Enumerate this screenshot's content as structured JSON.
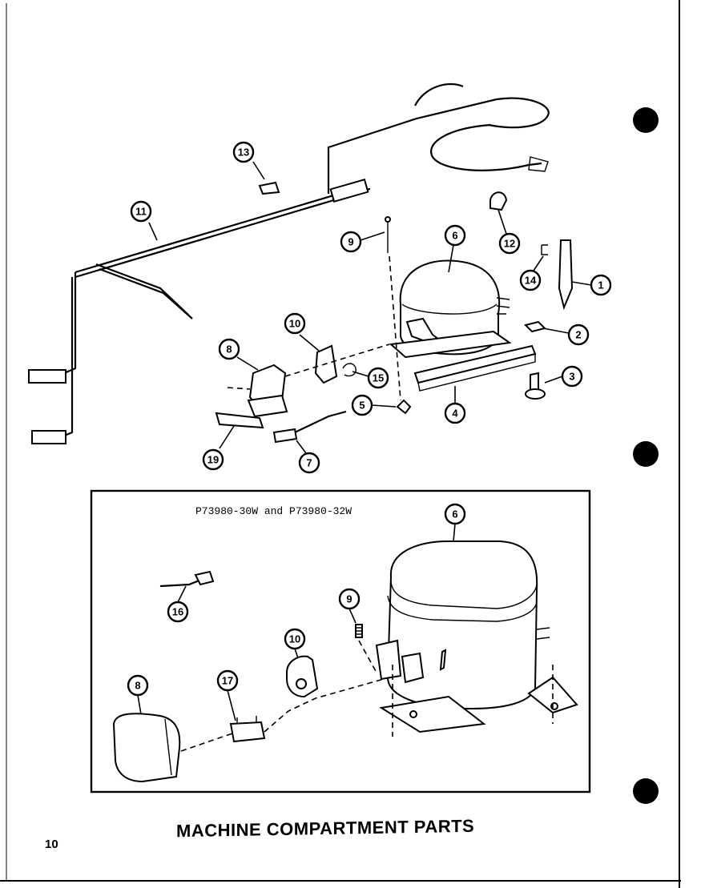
{
  "page": {
    "title": "MACHINE COMPARTMENT PARTS",
    "number": "10"
  },
  "inset": {
    "label": "P73980-30W and P73980-32W"
  },
  "callouts_main": [
    "13",
    "11",
    "9",
    "6",
    "12",
    "14",
    "1",
    "2",
    "10",
    "8",
    "15",
    "5",
    "3",
    "4",
    "19",
    "7"
  ],
  "callouts_inset": [
    "6",
    "16",
    "9",
    "10",
    "8",
    "17"
  ]
}
